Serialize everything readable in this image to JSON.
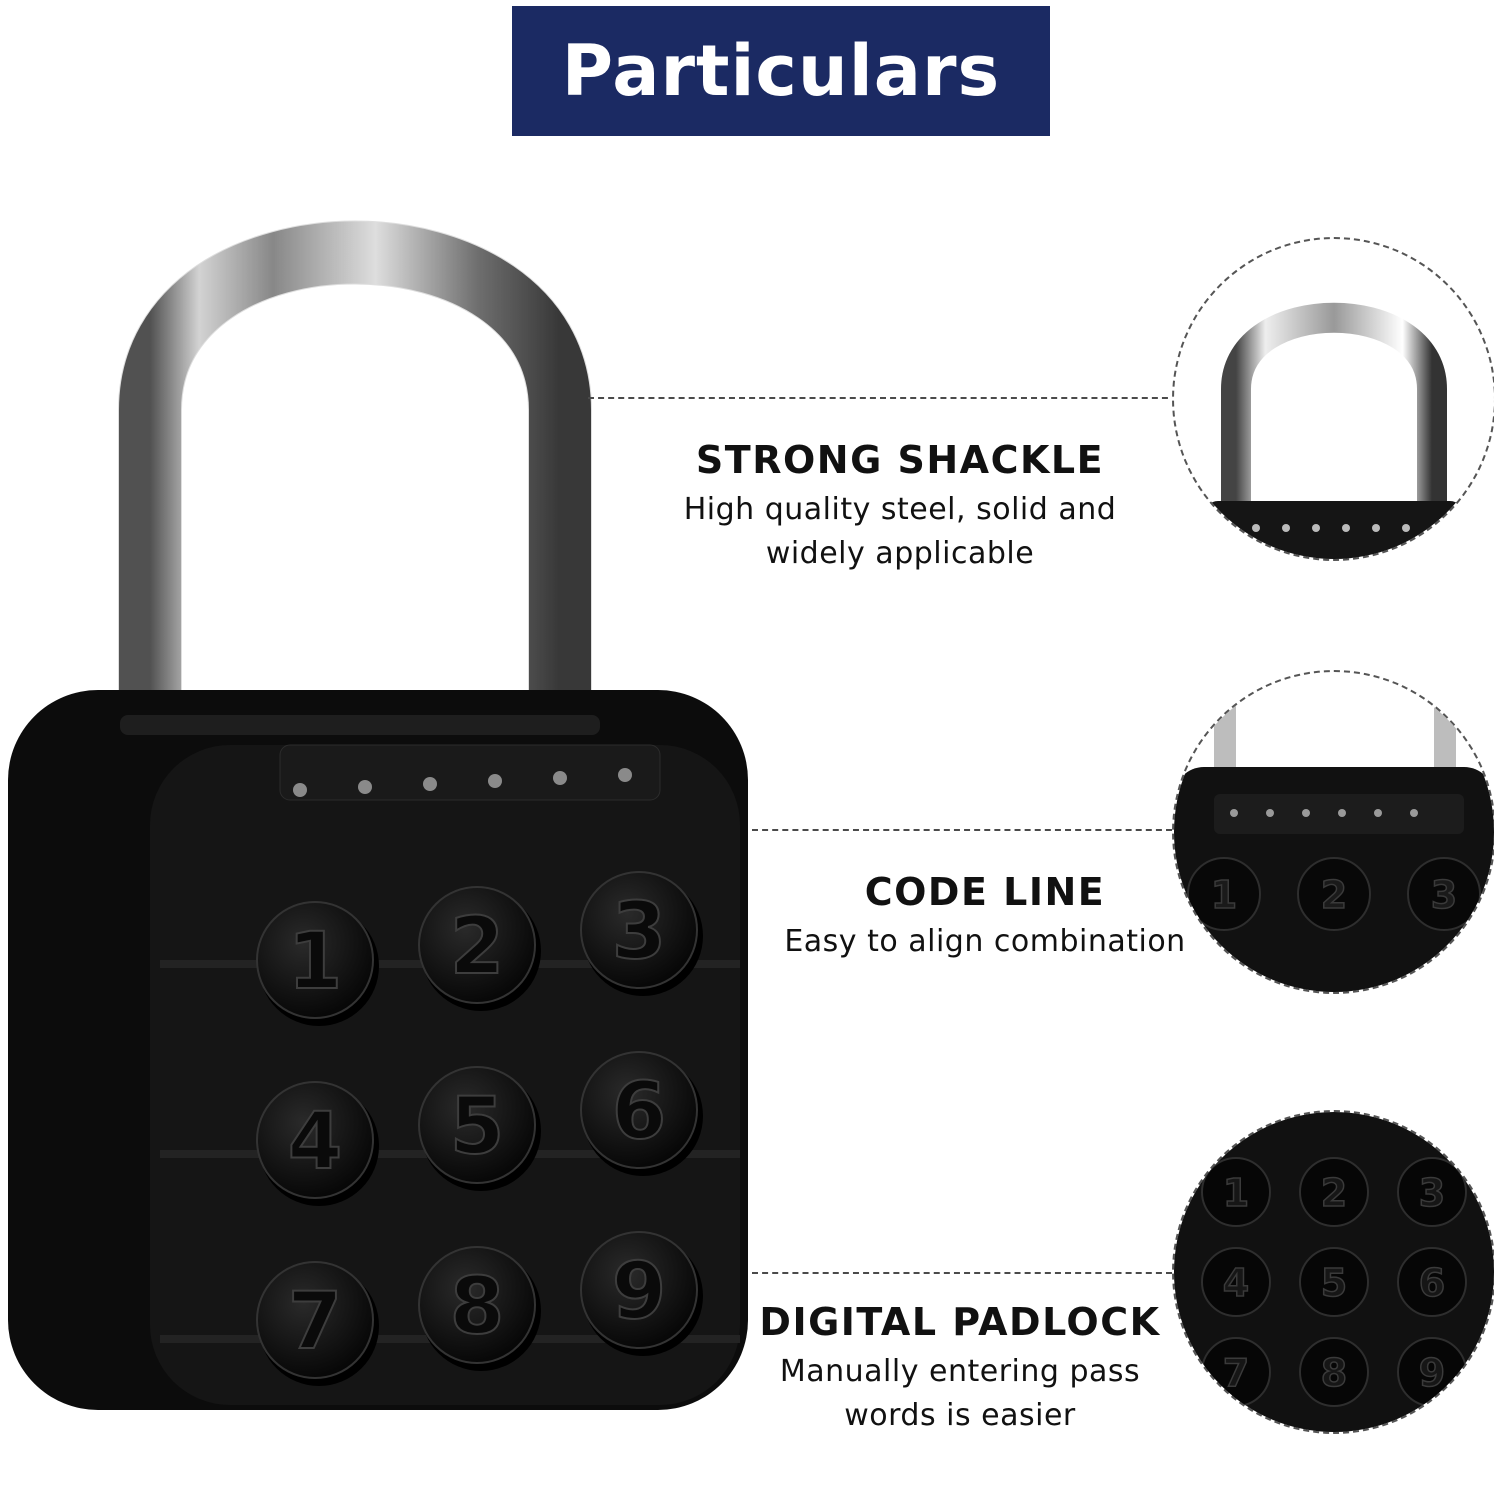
{
  "title": "Particulars",
  "features": [
    {
      "title": "STRONG SHACKLE",
      "desc_line1": "High quality steel, solid and",
      "desc_line2": "widely applicable"
    },
    {
      "title": "CODE LINE",
      "desc_line1": "Easy to align combination",
      "desc_line2": ""
    },
    {
      "title": "DIGITAL PADLOCK",
      "desc_line1": "Manually entering pass",
      "desc_line2": "words is easier"
    }
  ],
  "keypad_digits": [
    "1",
    "2",
    "3",
    "4",
    "5",
    "6",
    "7",
    "8",
    "9"
  ],
  "colors": {
    "banner": "#1b2a63",
    "lock_body": "#0c0c0c",
    "shackle": "#c8c8c8"
  }
}
